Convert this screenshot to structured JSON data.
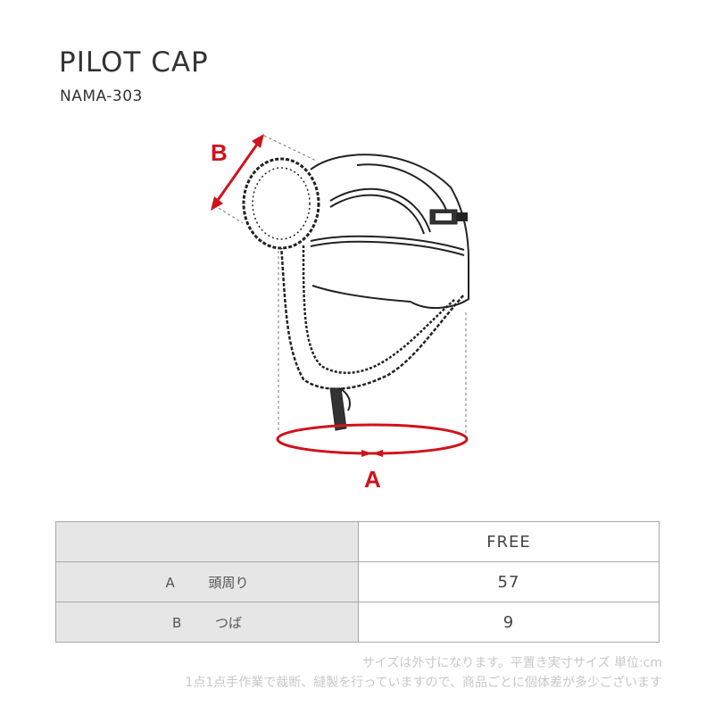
{
  "product": {
    "title": "PILOT CAP",
    "code": "NAMA-303"
  },
  "diagram": {
    "label_a": "A",
    "label_b": "B",
    "accent_color": "#d0121b"
  },
  "size_table": {
    "header": {
      "label": "",
      "value": "FREE"
    },
    "rows": [
      {
        "letter": "A",
        "name": "頭周り",
        "value": "57"
      },
      {
        "letter": "B",
        "name": "つば",
        "value": "9"
      }
    ]
  },
  "notes": {
    "line1": "サイズは外寸になります。平置き実寸サイズ 単位:cm",
    "line2": "1点1点手作業で裁断、縫製を行っていますので、商品ごとに個体差が多少ございます"
  }
}
